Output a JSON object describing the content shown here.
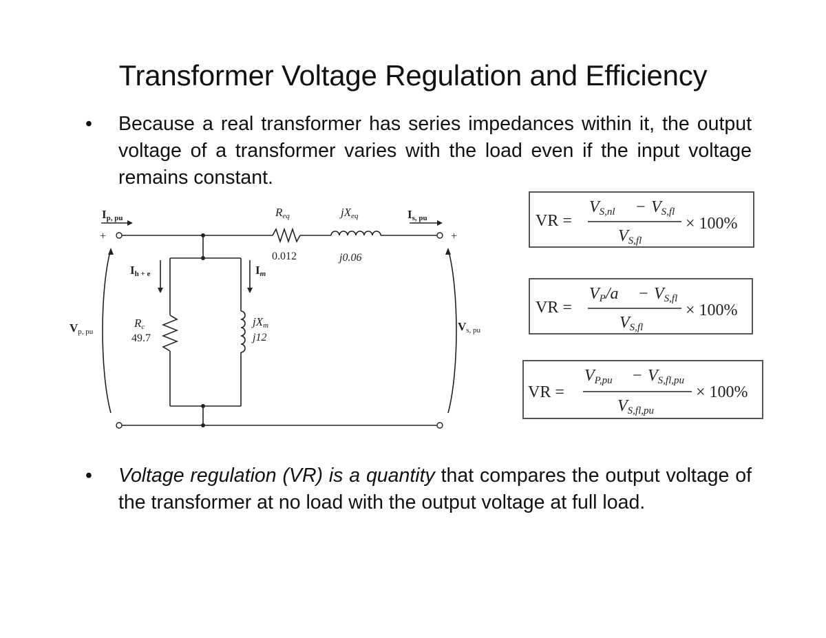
{
  "slide": {
    "title": "Transformer Voltage Regulation and Efficiency",
    "bullet_symbol": "•",
    "bullets": [
      {
        "text": "Because a real transformer has series impedances within it, the output voltage of a transformer varies with the load even if the input voltage remains constant."
      },
      {
        "italic": "Voltage regulation (VR) is a quantity",
        "text": " that compares the output voltage of the transformer at no load with the output voltage at full load."
      }
    ]
  },
  "circuit": {
    "labels": {
      "ip": "I",
      "ip_sub": "p, pu",
      "is": "I",
      "is_sub": "s, pu",
      "req": "R",
      "req_sub": "eq",
      "req_val": "0.012",
      "xeq": "jX",
      "xeq_sub": "eq",
      "xeq_val": "j0.06",
      "ihe": "I",
      "ihe_sub": "h + e",
      "im": "I",
      "im_sub": "m",
      "rc": "R",
      "rc_sub": "c",
      "rc_val": "49.7",
      "xm": "jX",
      "xm_sub": "m",
      "xm_val": "j12",
      "vp": "V",
      "vp_sub": "p, pu",
      "vs": "V",
      "vs_sub": "s, pu",
      "plus": "+"
    }
  },
  "equations": [
    {
      "lhs": "VR =",
      "num_a": "V",
      "num_a_sub": "S,nl",
      "op": "−",
      "num_b": "V",
      "num_b_sub": "S,fl",
      "den": "V",
      "den_sub": "S,fl",
      "tail": "× 100%"
    },
    {
      "lhs": "VR =",
      "num_a": "V",
      "num_a_sub": "P",
      "num_mid": "/a",
      "op": "−",
      "num_b": "V",
      "num_b_sub": "S,fl",
      "den": "V",
      "den_sub": "S,fl",
      "tail": "× 100%"
    },
    {
      "lhs": "VR =",
      "num_a": "V",
      "num_a_sub": "P,pu",
      "op": "−",
      "num_b": "V",
      "num_b_sub": "S,fl,pu",
      "den": "V",
      "den_sub": "S,fl,pu",
      "tail": "× 100%"
    }
  ]
}
